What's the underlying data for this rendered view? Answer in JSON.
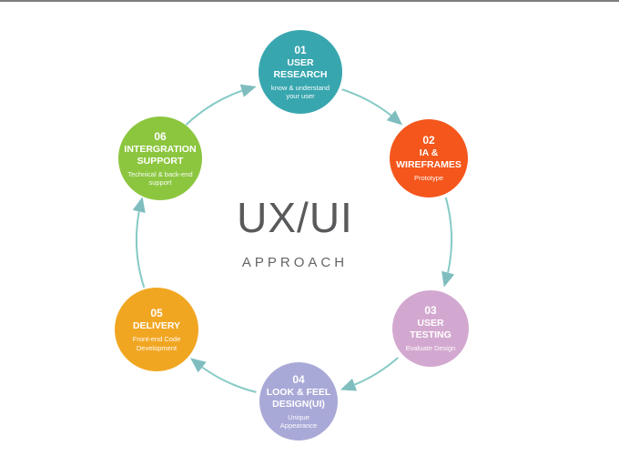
{
  "diagram": {
    "center_title": "UX/UI",
    "center_subtitle": "APPROACH",
    "center_title_color": "#595a5c",
    "center_subtitle_color": "#646567",
    "arrow_line_color": "#85cac6",
    "arrow_head_color": "#7fbdbf",
    "top_line_color": "#7d7d7d",
    "background_color": "#ffffff",
    "text_color_on_circles": "#ffffff"
  },
  "steps": [
    {
      "number": "01",
      "title": "USER\nRESEARCH",
      "subtitle": "know & understand\nyour user",
      "color": "#38a6af"
    },
    {
      "number": "02",
      "title": "IA &\nWIREFRAMES",
      "subtitle": "Prototype",
      "color": "#f4561c"
    },
    {
      "number": "03",
      "title": "USER\nTESTING",
      "subtitle": "Evaluate Design",
      "color": "#d3a8d0"
    },
    {
      "number": "04",
      "title": "LOOK & FEEL\nDESIGN(UI)",
      "subtitle": "Unique\nAppearance",
      "color": "#a9a9d8"
    },
    {
      "number": "05",
      "title": "DELIVERY",
      "subtitle": "Front-end Code\nDevelopment",
      "color": "#f1a622"
    },
    {
      "number": "06",
      "title": "INTERGRATION\nSUPPORT",
      "subtitle": "Technical & back-end\nsupport",
      "color": "#8cc63f"
    }
  ]
}
